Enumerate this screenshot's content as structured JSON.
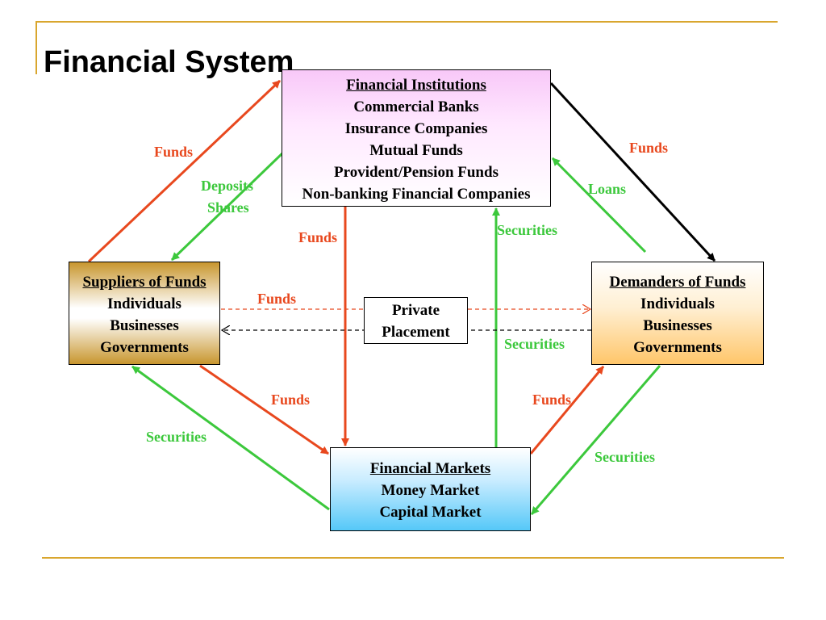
{
  "slide": {
    "title": "Financial System"
  },
  "colors": {
    "accent_line": "#d9a62e",
    "funds_arrow": "#e8481e",
    "securities_arrow": "#3cc83c",
    "loan_arrow": "#000000"
  },
  "boxes": {
    "financial_institutions": {
      "heading": "Financial Institutions",
      "items": [
        "Commercial Banks",
        "Insurance Companies",
        "Mutual Funds",
        "Provident/Pension Funds",
        "Non-banking Financial Companies"
      ]
    },
    "suppliers": {
      "heading": "Suppliers of Funds",
      "items": [
        "Individuals",
        "Businesses",
        "Governments"
      ]
    },
    "demanders": {
      "heading": "Demanders of Funds",
      "items": [
        "Individuals",
        "Businesses",
        "Governments"
      ]
    },
    "financial_markets": {
      "heading": "Financial Markets",
      "items": [
        "Money Market",
        "Capital Market"
      ]
    },
    "private_placement": {
      "line1": "Private",
      "line2": "Placement"
    }
  },
  "labels": {
    "funds_supplier_to_fi": "Funds",
    "deposits": "Deposits",
    "shares": "Shares",
    "funds_fi_to_demanders": "Funds",
    "loans": "Loans",
    "funds_fi_to_fm": "Funds",
    "securities_fm_to_fi": "Securities",
    "funds_private": "Funds",
    "securities_private": "Securities",
    "funds_supplier_to_fm": "Funds",
    "funds_fm_to_demanders": "Funds",
    "securities_fm_to_supplier": "Securities",
    "securities_demanders_to_fm": "Securities"
  }
}
